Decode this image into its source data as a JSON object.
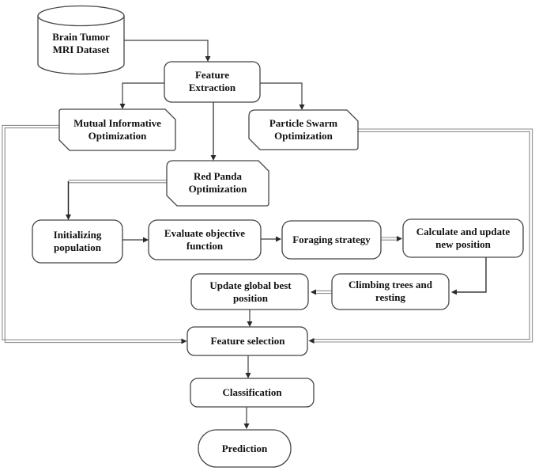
{
  "diagram": {
    "nodes": {
      "dataset": {
        "label": "Brain Tumor\nMRI Dataset",
        "shape": "cylinder"
      },
      "feature_extraction": {
        "label": "Feature\nExtraction",
        "shape": "rounded-rect"
      },
      "mutual_informative": {
        "label": "Mutual Informative\nOptimization",
        "shape": "cut-corner-box"
      },
      "particle_swarm": {
        "label": "Particle Swarm\nOptimization",
        "shape": "cut-corner-box"
      },
      "red_panda": {
        "label": "Red Panda\nOptimization",
        "shape": "cut-corner-box"
      },
      "initializing": {
        "label": "Initializing\npopulation",
        "shape": "rounded-rect"
      },
      "evaluate": {
        "label": "Evaluate objective\nfunction",
        "shape": "rounded-rect"
      },
      "foraging": {
        "label": "Foraging strategy",
        "shape": "rounded-rect"
      },
      "calculate": {
        "label": "Calculate and update\nnew position",
        "shape": "rounded-rect"
      },
      "climbing": {
        "label": "Climbing trees and\nresting",
        "shape": "rounded-rect"
      },
      "update_global": {
        "label": "Update global best\nposition",
        "shape": "rounded-rect"
      },
      "feature_selection": {
        "label": "Feature selection",
        "shape": "rounded-rect"
      },
      "classification": {
        "label": "Classification",
        "shape": "rounded-rect"
      },
      "prediction": {
        "label": "Prediction",
        "shape": "stadium"
      }
    },
    "colors": {
      "background": "#ffffff",
      "node_border": "#454545",
      "single_line": "#3f3f3f",
      "double_line": "#8c8c8c",
      "arrowhead": "#2a2a2a",
      "text": "#111111"
    }
  }
}
